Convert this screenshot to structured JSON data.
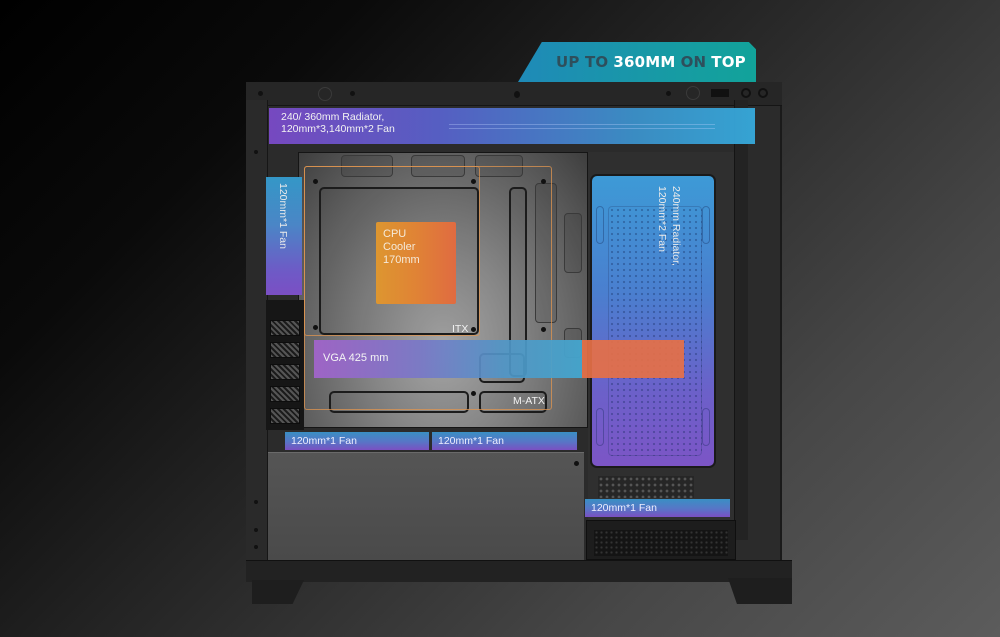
{
  "badge": {
    "words": [
      {
        "text": "UP TO",
        "style": "dim"
      },
      {
        "text": "360MM",
        "style": "bright"
      },
      {
        "text": "ON",
        "style": "dim"
      },
      {
        "text": "TOP",
        "style": "bright"
      }
    ],
    "color": "#1a9aab"
  },
  "overlays": {
    "top_radiator": {
      "line1": "240/ 360mm Radiator,",
      "line2": "120mm*3,140mm*2 Fan"
    },
    "left_fan": "120mm*1 Fan",
    "cpu_cooler": {
      "line1": "CPU",
      "line2": "Cooler",
      "line3": "170mm"
    },
    "side_radiator": {
      "line1": "240mm Radiator,",
      "line2": "120mm*2 Fan"
    },
    "vga": "VGA 425 mm",
    "bottom_fan_1": "120mm*1 Fan",
    "bottom_fan_2": "120mm*1 Fan",
    "psu_fan": "120mm*1 Fan"
  },
  "board_labels": {
    "itx": "ITX",
    "matx": "M-ATX"
  },
  "colors": {
    "purple": "#7b4fc4",
    "blue": "#36aadc",
    "orange": "#e0703f",
    "cooler_orange": "#dd9630",
    "teal": "#12a39a"
  }
}
